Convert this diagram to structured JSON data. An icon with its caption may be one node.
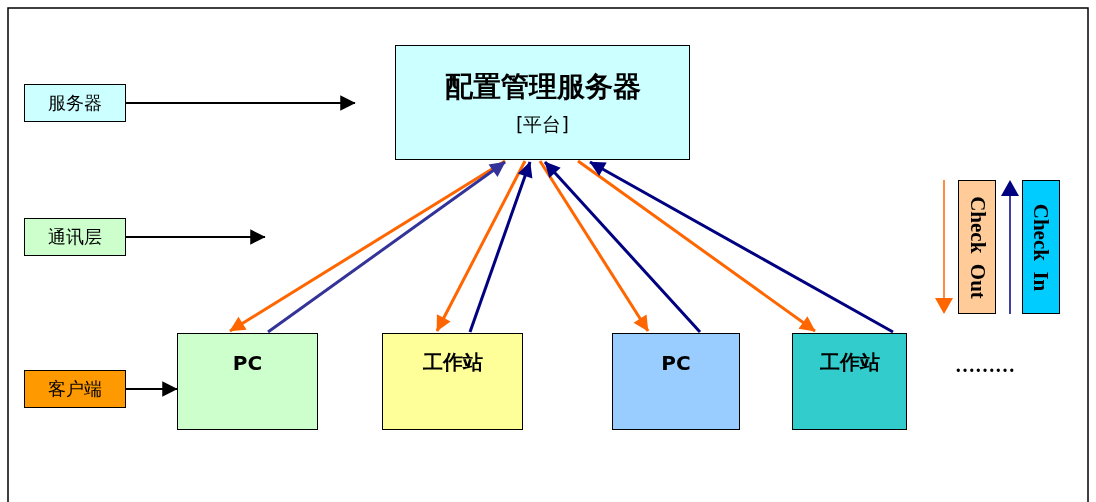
{
  "diagram": {
    "nodes": [
      {
        "text": [
          "配置管理服务器",
          "[平台]"
        ]
      },
      {
        "text": [
          "服务器"
        ]
      },
      {
        "text": [
          "通讯层"
        ]
      },
      {
        "text": [
          "客户端"
        ]
      },
      {
        "text": [
          "PC"
        ]
      },
      {
        "text": [
          "工作站"
        ]
      },
      {
        "text": [
          "PC"
        ]
      },
      {
        "text": [
          "工作站"
        ]
      },
      {
        "text": [
          "Check  Out"
        ]
      },
      {
        "text": [
          "Check  In"
        ]
      }
    ],
    "edges": [
      {
        "from": 1,
        "to": null,
        "arrow": "to",
        "color": "#000000"
      },
      {
        "from": 2,
        "to": null,
        "arrow": "to",
        "color": "#000000"
      },
      {
        "from": 3,
        "to": 4,
        "arrow": "to",
        "color": "#000000"
      },
      {
        "from": 0,
        "to": 4,
        "arrow": "to",
        "color": "#ff6600"
      },
      {
        "from": 4,
        "to": 0,
        "arrow": "to",
        "color": "#333399"
      },
      {
        "from": 0,
        "to": 5,
        "arrow": "to",
        "color": "#ff6600"
      },
      {
        "from": 5,
        "to": 0,
        "arrow": "to",
        "color": "#000080"
      },
      {
        "from": 0,
        "to": 6,
        "arrow": "to",
        "color": "#ff6600"
      },
      {
        "from": 6,
        "to": 0,
        "arrow": "to",
        "color": "#000080"
      },
      {
        "from": 0,
        "to": 7,
        "arrow": "to",
        "color": "#ff6600"
      },
      {
        "from": 7,
        "to": 0,
        "arrow": "to",
        "color": "#000080"
      }
    ],
    "labels": [
      "………"
    ]
  }
}
